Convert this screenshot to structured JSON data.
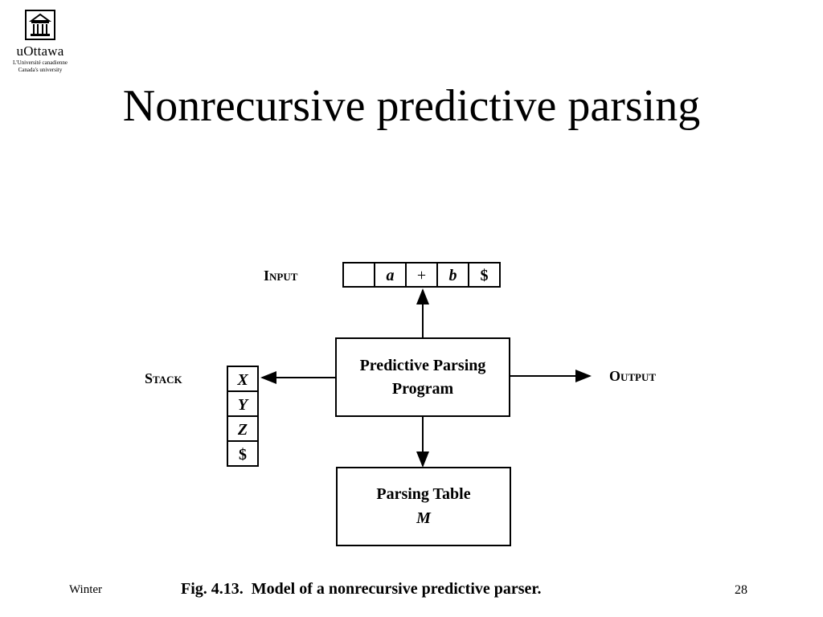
{
  "slide": {
    "title": "Nonrecursive predictive parsing",
    "logo": {
      "name": "uOttawa",
      "line1": "L'Université canadienne",
      "line2": "Canada's university"
    },
    "footer": {
      "left": "Winter",
      "page": "28"
    }
  },
  "diagram": {
    "input_label": "Input",
    "input_cells": [
      "",
      "a",
      "+",
      "b",
      "$"
    ],
    "stack_label": "Stack",
    "stack_cells": [
      "X",
      "Y",
      "Z",
      "$"
    ],
    "output_label": "Output",
    "program_line1": "Predictive Parsing",
    "program_line2": "Program",
    "table_line1": "Parsing Table",
    "table_line2": "M",
    "caption_fig": "Fig. 4.13.",
    "caption_text": "Model of a nonrecursive predictive parser."
  }
}
